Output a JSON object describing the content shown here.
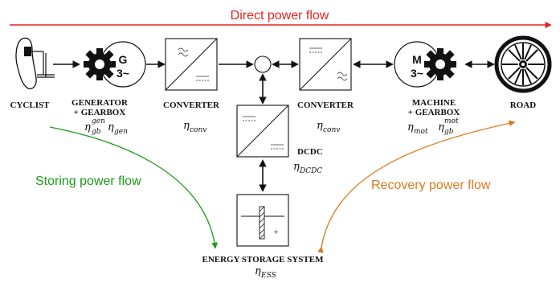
{
  "flows": {
    "direct": {
      "label": "Direct power flow",
      "color": "#e8221f"
    },
    "storing": {
      "label": "Storing power flow",
      "color": "#1a9a1a"
    },
    "recovery": {
      "label": "Recovery power flow",
      "color": "#d97a1e"
    }
  },
  "blocks": {
    "cyclist": {
      "label": "CYCLIST"
    },
    "generator": {
      "label_line1": "GENERATOR",
      "label_line2": "+ GEARBOX",
      "letter": "G",
      "phase": "3~",
      "eta_gb": "η",
      "eta_gb_sup": "gen",
      "eta_gb_sub": "gb",
      "eta_gen": "η",
      "eta_gen_sub": "gen"
    },
    "converter1": {
      "label": "CONVERTER",
      "eta": "η",
      "eta_sub": "conv"
    },
    "converter2": {
      "label": "CONVERTER",
      "eta": "η",
      "eta_sub": "conv"
    },
    "dcdc": {
      "label": "DCDC",
      "eta": "η",
      "eta_sub": "DCDC"
    },
    "machine": {
      "label_line1": "MACHINE",
      "label_line2": "+ GEARBOX",
      "letter": "M",
      "phase": "3~",
      "eta_mot": "η",
      "eta_mot_sub": "mot",
      "eta_gb": "η",
      "eta_gb_sup": "mot",
      "eta_gb_sub": "gb"
    },
    "road": {
      "label": "ROAD"
    },
    "ess": {
      "label": "ENERGY STORAGE SYSTEM",
      "eta": "η",
      "eta_sub": "ESS",
      "plus": "+"
    }
  }
}
